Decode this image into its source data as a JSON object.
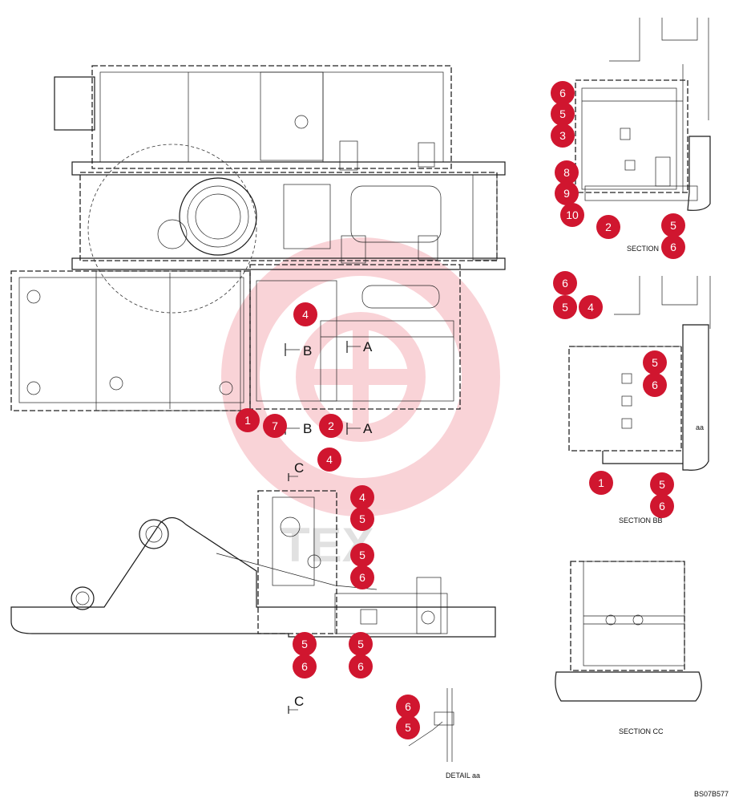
{
  "watermark": "TEX",
  "figure_code": "BS07B577",
  "view_labels": {
    "section_a": "SECTION",
    "section_bb": "SECTION BB",
    "section_cc": "SECTION CC",
    "detail_aa": "DETAIL aa",
    "detail_mark": "aa"
  },
  "cut_marks": {
    "a_upper": "A",
    "a_lower": "A",
    "b_upper": "B",
    "b_lower": "B",
    "c_upper": "C",
    "c_lower": "C"
  },
  "callouts": [
    {
      "id": "c01",
      "label": "6"
    },
    {
      "id": "c02",
      "label": "5"
    },
    {
      "id": "c03",
      "label": "3"
    },
    {
      "id": "c04",
      "label": "8"
    },
    {
      "id": "c05",
      "label": "9"
    },
    {
      "id": "c06",
      "label": "10"
    },
    {
      "id": "c07",
      "label": "2"
    },
    {
      "id": "c08",
      "label": "5"
    },
    {
      "id": "c09",
      "label": "6"
    },
    {
      "id": "c10",
      "label": "4"
    },
    {
      "id": "c11",
      "label": "1"
    },
    {
      "id": "c12",
      "label": "7"
    },
    {
      "id": "c13",
      "label": "2"
    },
    {
      "id": "c14",
      "label": "6"
    },
    {
      "id": "c15",
      "label": "5"
    },
    {
      "id": "c16",
      "label": "4"
    },
    {
      "id": "c17",
      "label": "5"
    },
    {
      "id": "c18",
      "label": "6"
    },
    {
      "id": "c19",
      "label": "1"
    },
    {
      "id": "c20",
      "label": "5"
    },
    {
      "id": "c21",
      "label": "6"
    },
    {
      "id": "c22",
      "label": "4"
    },
    {
      "id": "c23",
      "label": "4"
    },
    {
      "id": "c24",
      "label": "5"
    },
    {
      "id": "c25",
      "label": "5"
    },
    {
      "id": "c26",
      "label": "6"
    },
    {
      "id": "c27",
      "label": "5"
    },
    {
      "id": "c28",
      "label": "6"
    },
    {
      "id": "c29",
      "label": "5"
    },
    {
      "id": "c30",
      "label": "6"
    },
    {
      "id": "c31",
      "label": "6"
    },
    {
      "id": "c32",
      "label": "5"
    }
  ]
}
